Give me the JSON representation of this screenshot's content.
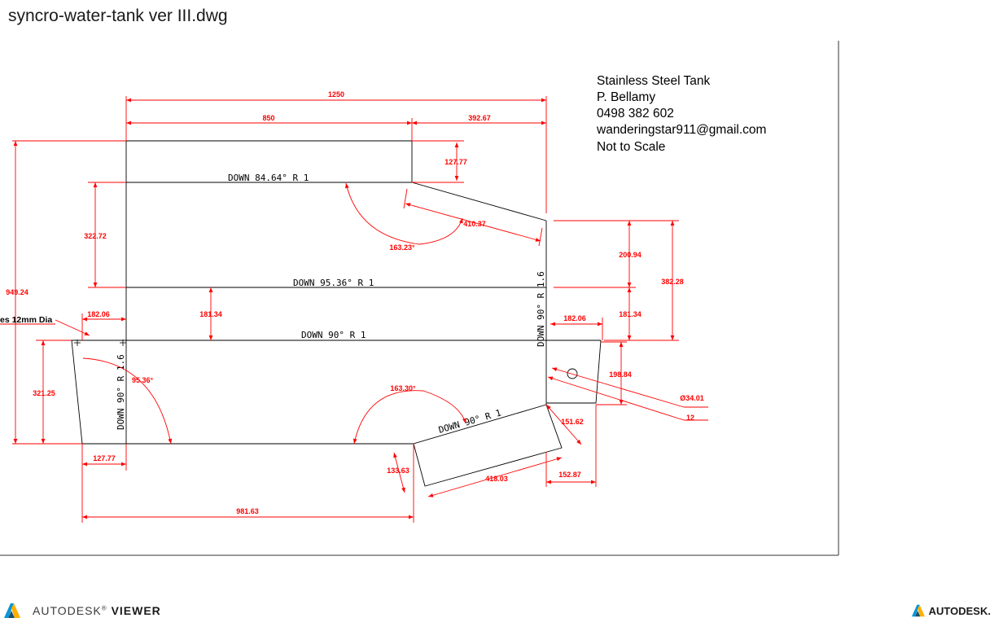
{
  "file_title": "syncro-water-tank ver III.dwg",
  "colors": {
    "dimension": "#ff0000",
    "geometry": "#000000",
    "frame": "#333333",
    "brand_a": "#0696d7",
    "brand_b": "#ffae00"
  },
  "notes": [
    "Stainless Steel Tank",
    "P. Bellamy",
    "0498 382 602",
    "wanderingstar911@gmail.com",
    "Not to Scale"
  ],
  "bend_labels": {
    "top": "DOWN  84.64°  R 1",
    "middle": "DOWN  95.36°  R 1",
    "lower": "DOWN  90°  R 1",
    "left_vertical": "DOWN  90°  R 1.6",
    "right_vertical": "DOWN  90°  R 1.6",
    "slanted": "DOWN  90°  R 1"
  },
  "dimensions": {
    "d1250": "1250",
    "d850": "850",
    "d392": "392.67",
    "d127a": "127.77",
    "d949": "949.24",
    "d322": "322.72",
    "d41037": "410.37",
    "d16323": "163.23°",
    "d20094": "200.94",
    "d38228": "382.28",
    "d18134a": "181.34",
    "d18134b": "181.34",
    "d18206a": "182.06",
    "d18206b": "182.06",
    "holes": "es 12mm Dia",
    "d32125": "321.25",
    "d9536": "95.36°",
    "d16330": "163.30°",
    "d19884": "198.84",
    "d3401": "Ø34.01",
    "d12": "12",
    "d15162": "151.62",
    "d127b": "127.77",
    "d13363": "133.63",
    "d41803": "418.03",
    "d15287": "152.87",
    "d98163": "981.63"
  },
  "footer": {
    "left_brand": "AUTODESK",
    "left_mark": "®",
    "left_product": "VIEWER",
    "right_brand": "AUTODESK",
    "right_mark": "."
  }
}
